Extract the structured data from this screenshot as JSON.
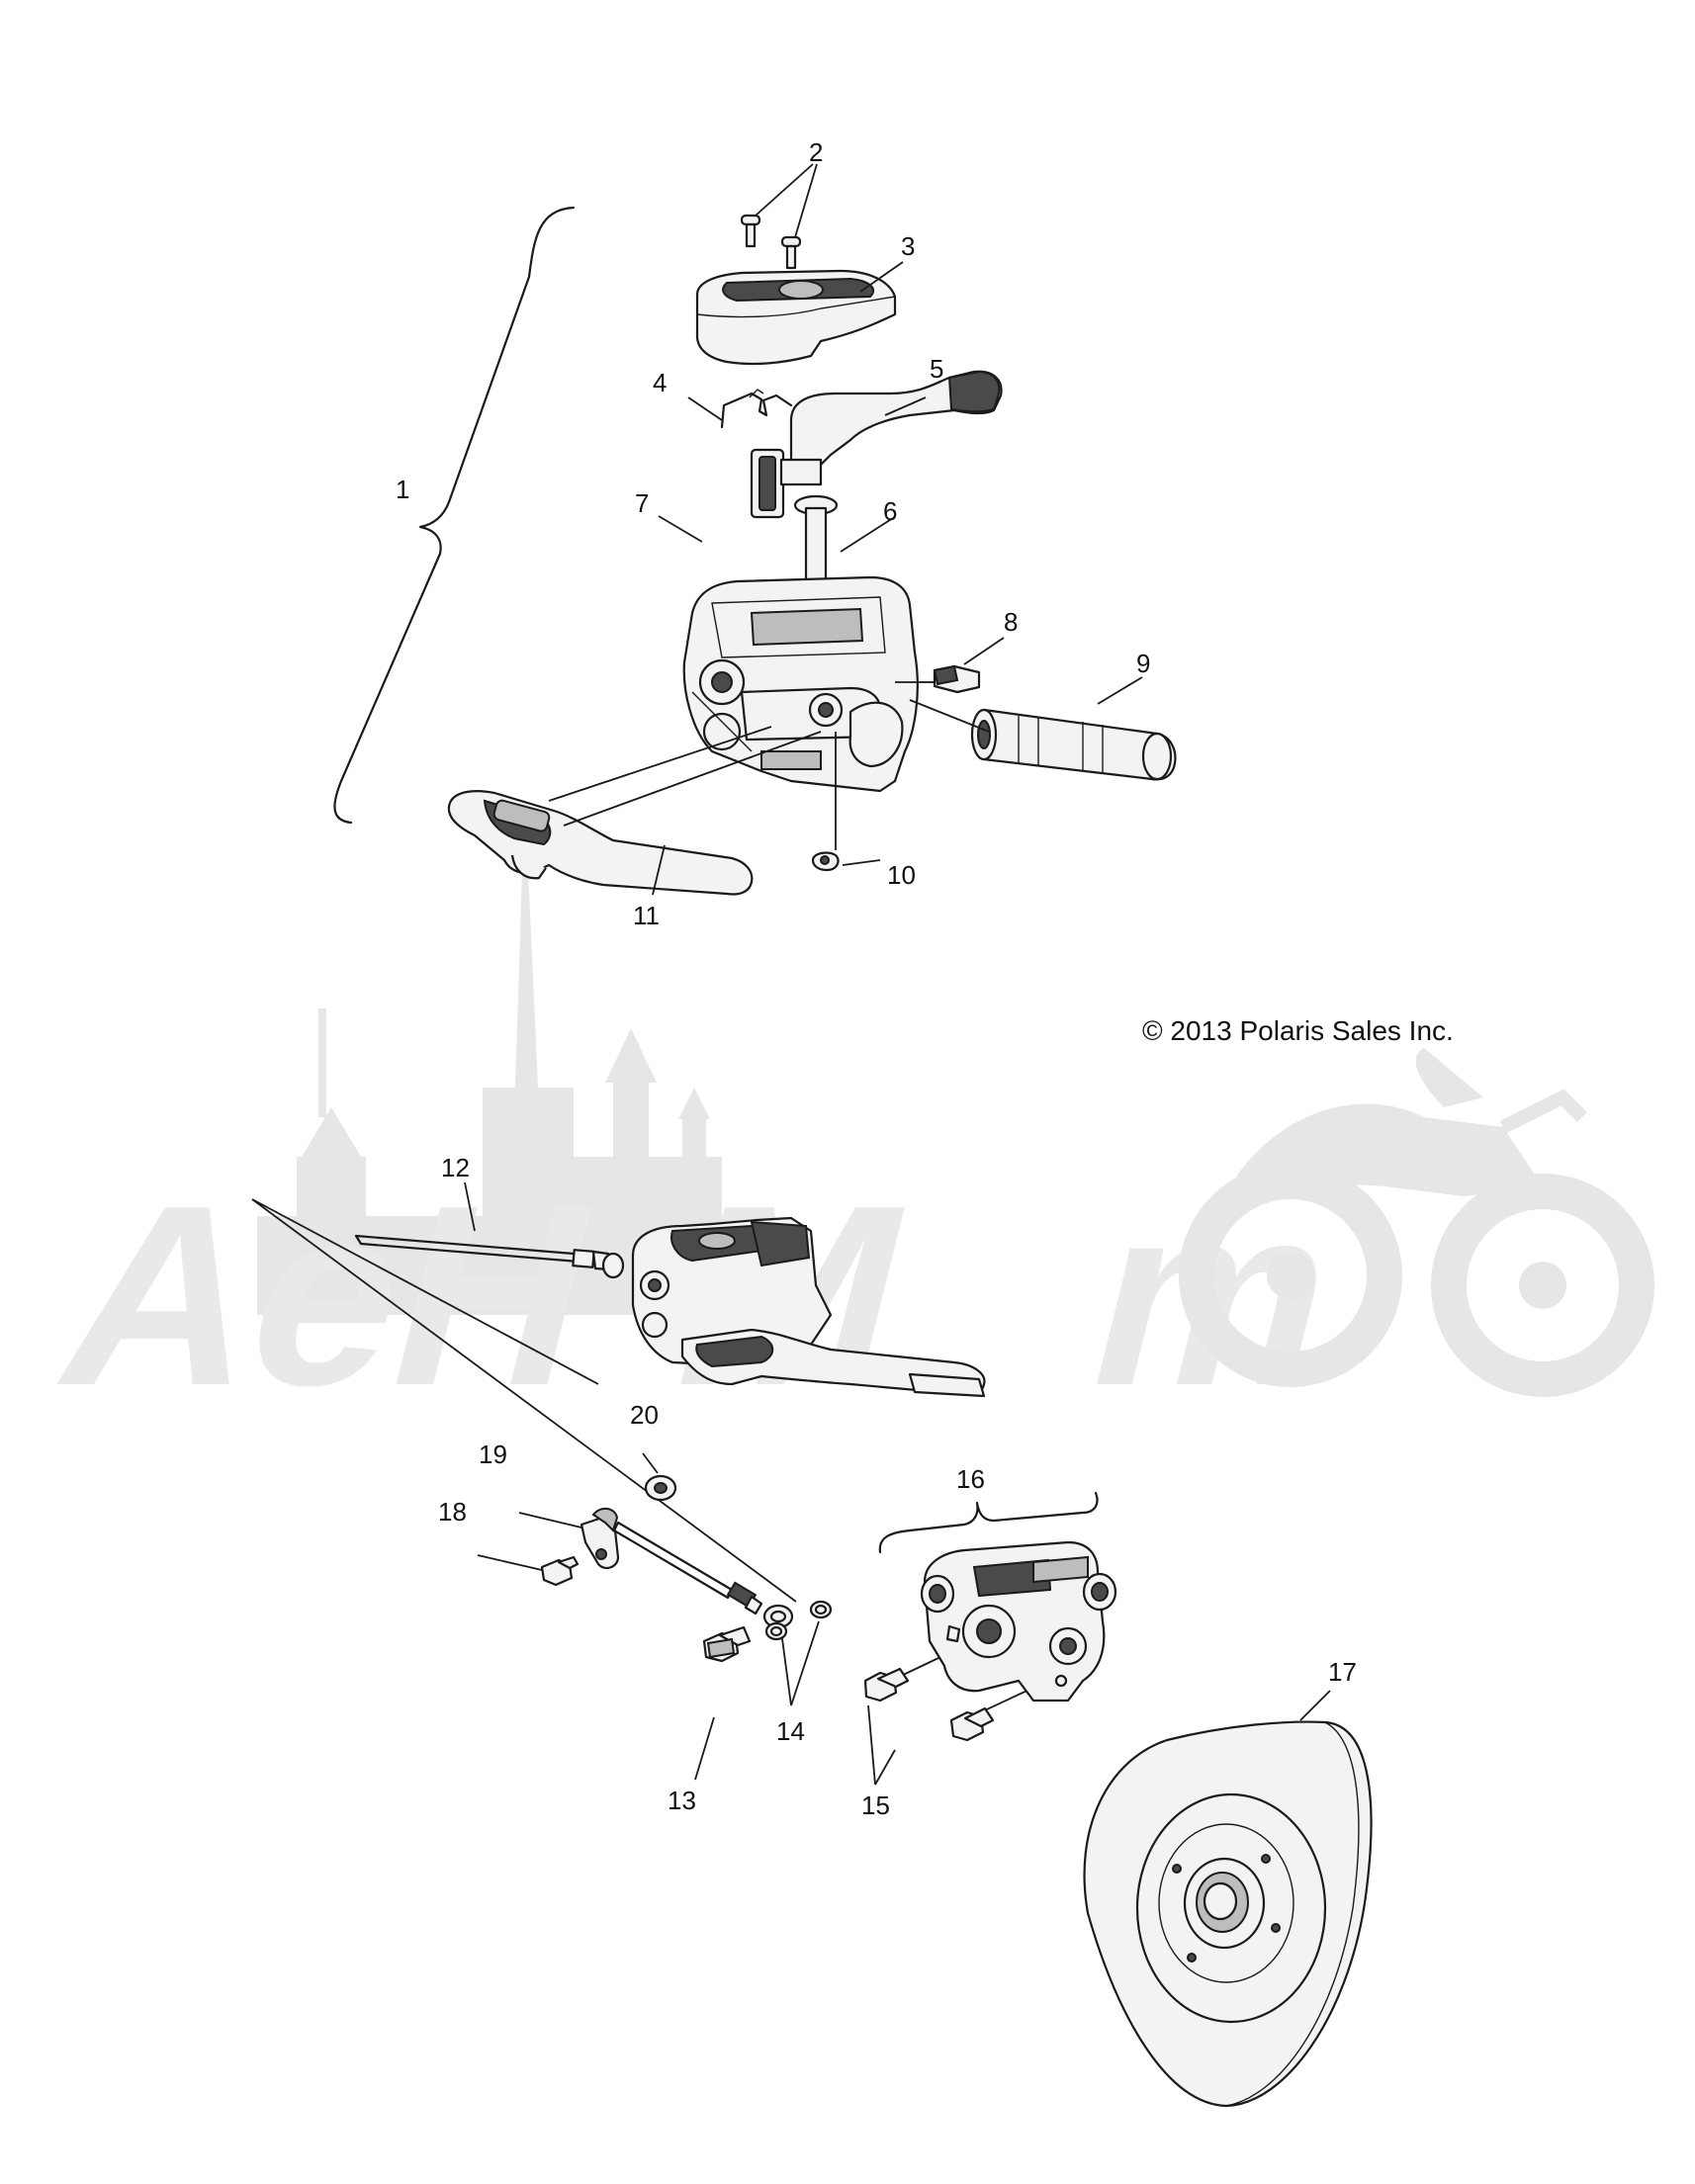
{
  "diagram": {
    "copyright": "© 2013 Polaris Sales Inc.",
    "watermark_text": "AeHMomo",
    "callouts": [
      {
        "id": "1",
        "label": "1"
      },
      {
        "id": "2",
        "label": "2"
      },
      {
        "id": "3",
        "label": "3"
      },
      {
        "id": "4",
        "label": "4"
      },
      {
        "id": "5",
        "label": "5"
      },
      {
        "id": "6",
        "label": "6"
      },
      {
        "id": "7",
        "label": "7"
      },
      {
        "id": "8",
        "label": "8"
      },
      {
        "id": "9",
        "label": "9"
      },
      {
        "id": "10",
        "label": "10"
      },
      {
        "id": "11",
        "label": "11"
      },
      {
        "id": "12",
        "label": "12"
      },
      {
        "id": "13",
        "label": "13"
      },
      {
        "id": "14",
        "label": "14"
      },
      {
        "id": "15",
        "label": "15"
      },
      {
        "id": "16",
        "label": "16"
      },
      {
        "id": "17",
        "label": "17"
      },
      {
        "id": "18",
        "label": "18"
      },
      {
        "id": "19",
        "label": "19"
      },
      {
        "id": "20",
        "label": "20"
      }
    ],
    "icons": {
      "watermark": "aehmomo-watermark-icon",
      "cathedral": "cathedral-skyline-icon",
      "motorcycle": "motorcycle-silhouette-icon"
    }
  }
}
